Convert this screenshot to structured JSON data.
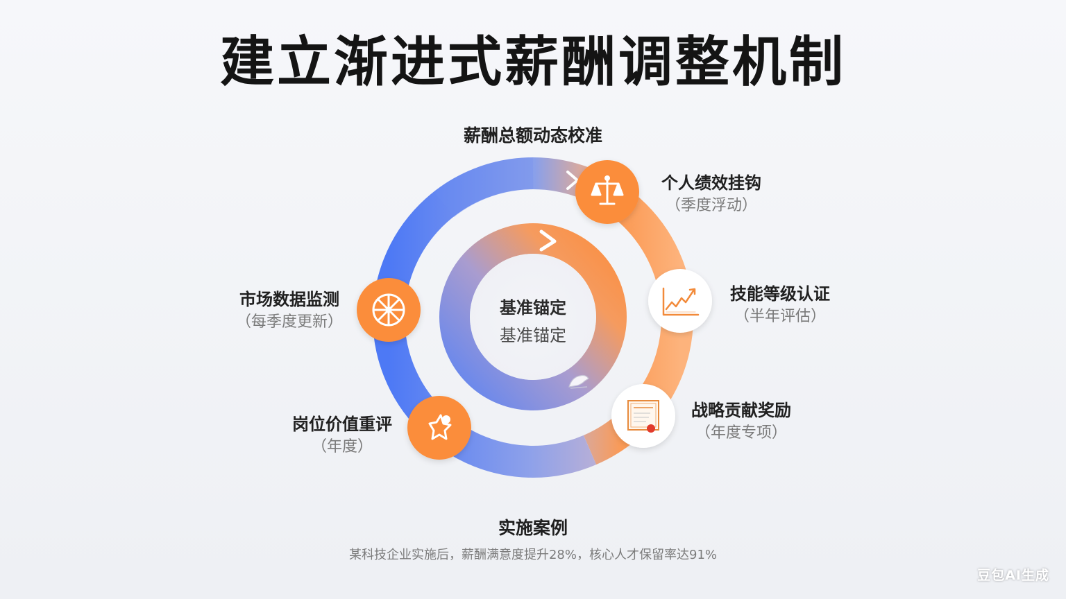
{
  "title": "建立渐进式薪酬调整机制",
  "top_label": "薪酬总额动态校准",
  "center": {
    "line1": "基准锚定",
    "line2": "基准锚定"
  },
  "nodes": {
    "performance": {
      "main": "个人绩效挂钩",
      "sub": "（季度浮动）",
      "icon": "scale-icon"
    },
    "skills": {
      "main": "技能等级认证",
      "sub": "（半年评估）",
      "icon": "growth-chart-icon"
    },
    "strategy": {
      "main": "战略贡献奖励",
      "sub": "（年度专项）",
      "icon": "certificate-icon"
    },
    "position": {
      "main": "岗位价值重评",
      "sub": "（年度）",
      "icon": "star-badge-icon"
    },
    "market": {
      "main": "市场数据监测",
      "sub": "（每季度更新）",
      "icon": "wheel-icon"
    }
  },
  "case": {
    "title": "实施案例",
    "text": "某科技企业实施后，薪酬满意度提升28%，核心人才保留率达91%"
  },
  "watermark": "豆包AI生成",
  "colors": {
    "blue": "#4f7cf5",
    "orange": "#fb8d3b",
    "orange_light": "#fdb37a",
    "background": "#f2f3f6"
  }
}
